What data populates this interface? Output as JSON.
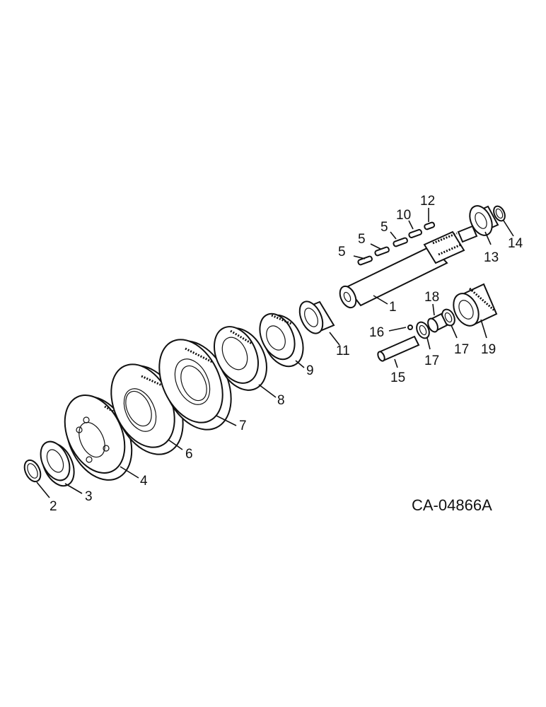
{
  "drawing_id": "CA-04866A",
  "callouts": [
    "1",
    "2",
    "3",
    "4",
    "5",
    "5",
    "5",
    "6",
    "7",
    "8",
    "9",
    "10",
    "11",
    "12",
    "13",
    "14",
    "15",
    "16",
    "17",
    "17",
    "18",
    "19"
  ]
}
